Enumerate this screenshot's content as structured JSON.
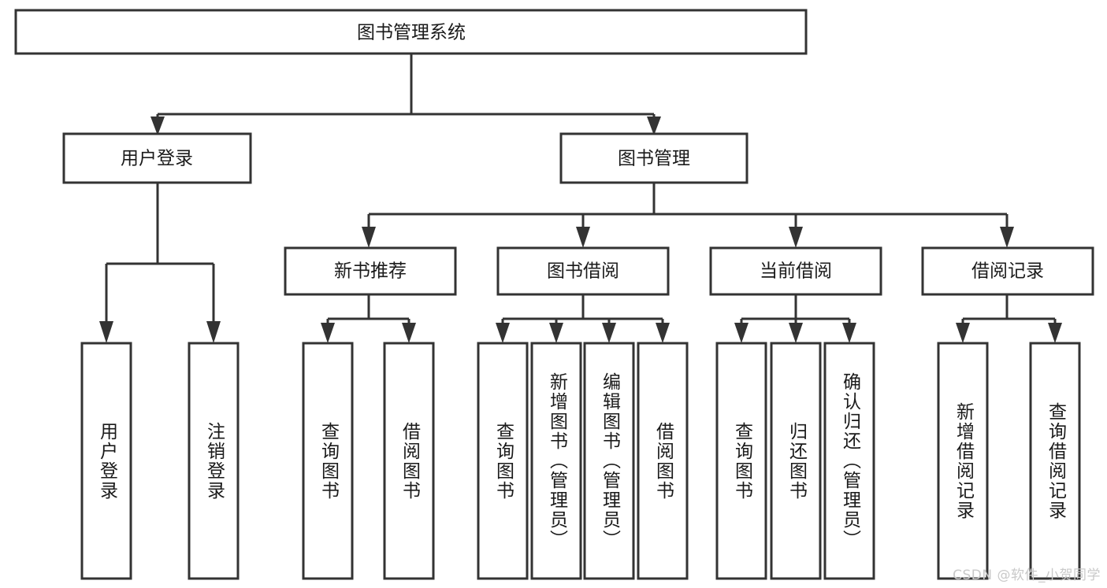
{
  "diagram": {
    "type": "tree-hierarchy-chart",
    "title": "图书管理系统",
    "watermark": "CSDN @软件_小贺同学",
    "colors": {
      "stroke": "#333333",
      "fill": "#ffffff",
      "text": "#1a1a1a",
      "watermark": "#c9c9c9"
    },
    "levels": {
      "root": {
        "label": "图书管理系统"
      },
      "level2": [
        {
          "id": "user-login",
          "label": "用户登录"
        },
        {
          "id": "book-manage",
          "label": "图书管理"
        }
      ],
      "level3": [
        {
          "id": "new-book-recommend",
          "label": "新书推荐"
        },
        {
          "id": "book-borrow",
          "label": "图书借阅"
        },
        {
          "id": "current-borrow",
          "label": "当前借阅"
        },
        {
          "id": "borrow-record",
          "label": "借阅记录"
        }
      ],
      "leaves": {
        "user_login": [
          {
            "id": "leaf-user-login",
            "label": "用户登录"
          },
          {
            "id": "leaf-logout-login",
            "label": "注销登录"
          }
        ],
        "new_book_recommend": [
          {
            "id": "leaf-query-book-1",
            "label": "查询图书"
          },
          {
            "id": "leaf-borrow-book-1",
            "label": "借阅图书"
          }
        ],
        "book_borrow": [
          {
            "id": "leaf-query-book-2",
            "label": "查询图书"
          },
          {
            "id": "leaf-add-book",
            "label": "新增图书（管理员）"
          },
          {
            "id": "leaf-edit-book",
            "label": "编辑图书（管理员）"
          },
          {
            "id": "leaf-borrow-book-2",
            "label": "借阅图书"
          }
        ],
        "current_borrow": [
          {
            "id": "leaf-query-book-3",
            "label": "查询图书"
          },
          {
            "id": "leaf-return-book",
            "label": "归还图书"
          },
          {
            "id": "leaf-confirm-return",
            "label": "确认归还（管理员）"
          }
        ],
        "borrow_record": [
          {
            "id": "leaf-add-record",
            "label": "新增借阅记录"
          },
          {
            "id": "leaf-query-record",
            "label": "查询借阅记录"
          }
        ]
      }
    }
  }
}
